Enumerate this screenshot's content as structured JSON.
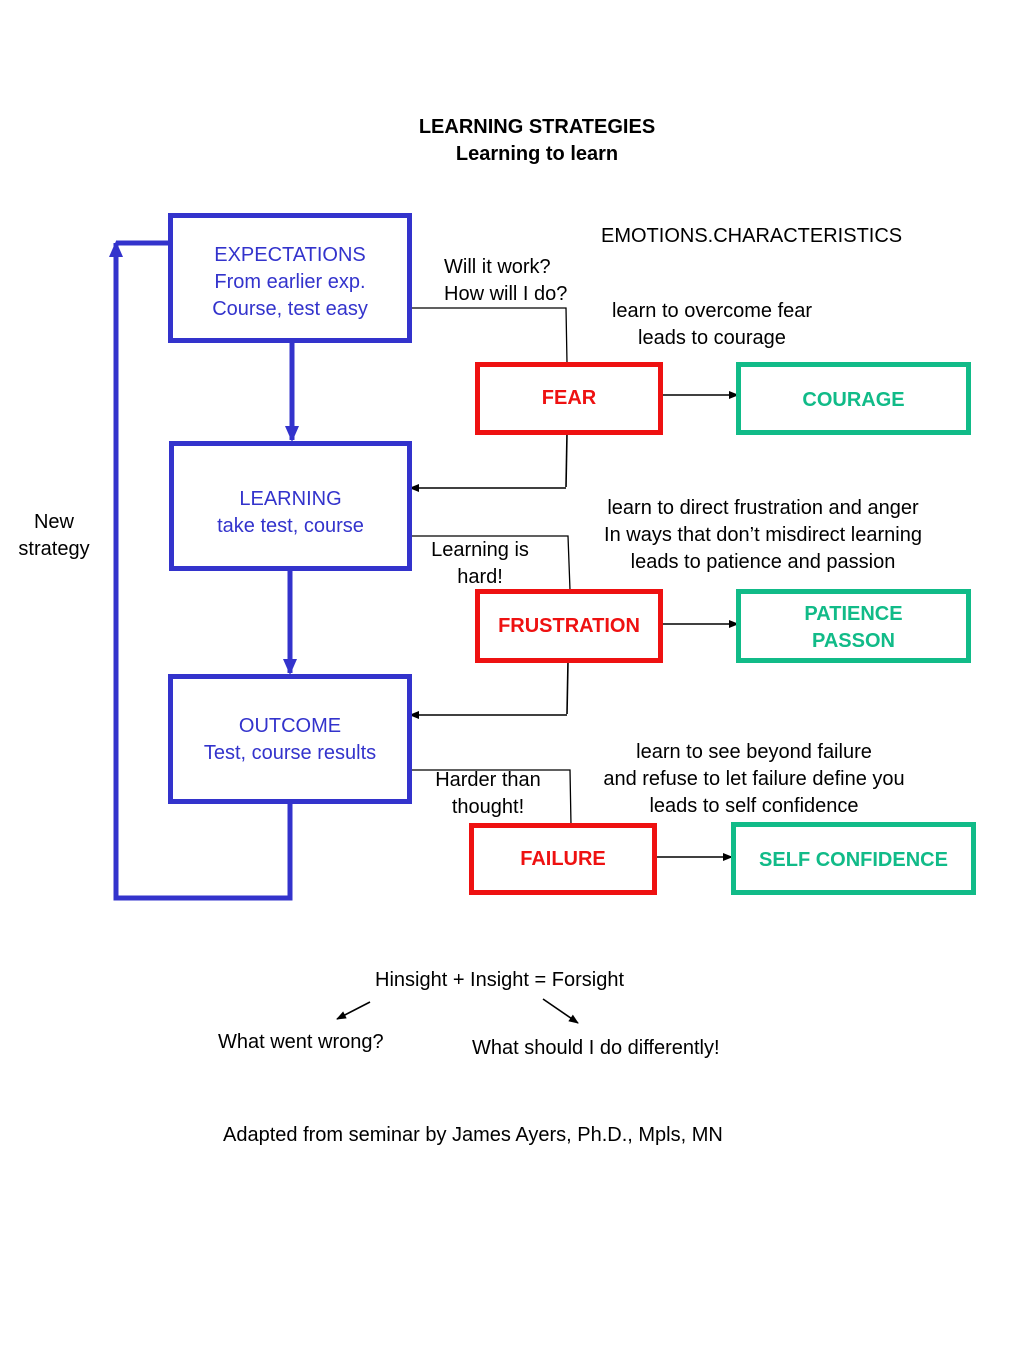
{
  "header": {
    "title": "LEARNING STRATEGIES",
    "subtitle": "Learning to learn"
  },
  "emotions_heading": "EMOTIONS.CHARACTERISTICS",
  "stages": [
    {
      "title": "EXPECTATIONS",
      "lines": [
        "From earlier exp.",
        "Course, test easy"
      ]
    },
    {
      "title": "LEARNING",
      "lines": [
        "take test, course"
      ]
    },
    {
      "title": "OUTCOME",
      "lines": [
        "Test, course results"
      ]
    }
  ],
  "feedback_label": [
    "New",
    "strategy"
  ],
  "questions": [
    [
      "Will it work?",
      "How will I do?"
    ],
    [
      "Learning is",
      "hard!"
    ],
    [
      "Harder than",
      "thought!"
    ]
  ],
  "emotions": [
    "FEAR",
    "FRUSTRATION",
    "FAILURE"
  ],
  "characteristics": [
    [
      "COURAGE"
    ],
    [
      "PATIENCE",
      "PASSON"
    ],
    [
      "SELF CONFIDENCE"
    ]
  ],
  "lessons": [
    [
      "learn to overcome fear",
      "leads to courage"
    ],
    [
      "learn to direct frustration and anger",
      "In ways that don’t misdirect learning",
      "leads to patience and passion"
    ],
    [
      "learn to see beyond failure",
      "and refuse to let failure define you",
      "leads to self confidence"
    ]
  ],
  "formula": "Hinsight + Insight = Forsight",
  "formula_left": "What went wrong?",
  "formula_right": "What should I do differently!",
  "credit": "Adapted from seminar by James Ayers, Ph.D., Mpls, MN",
  "colors": {
    "stage": "#3333cc",
    "emotion": "#ee1111",
    "characteristic": "#11bb88"
  }
}
